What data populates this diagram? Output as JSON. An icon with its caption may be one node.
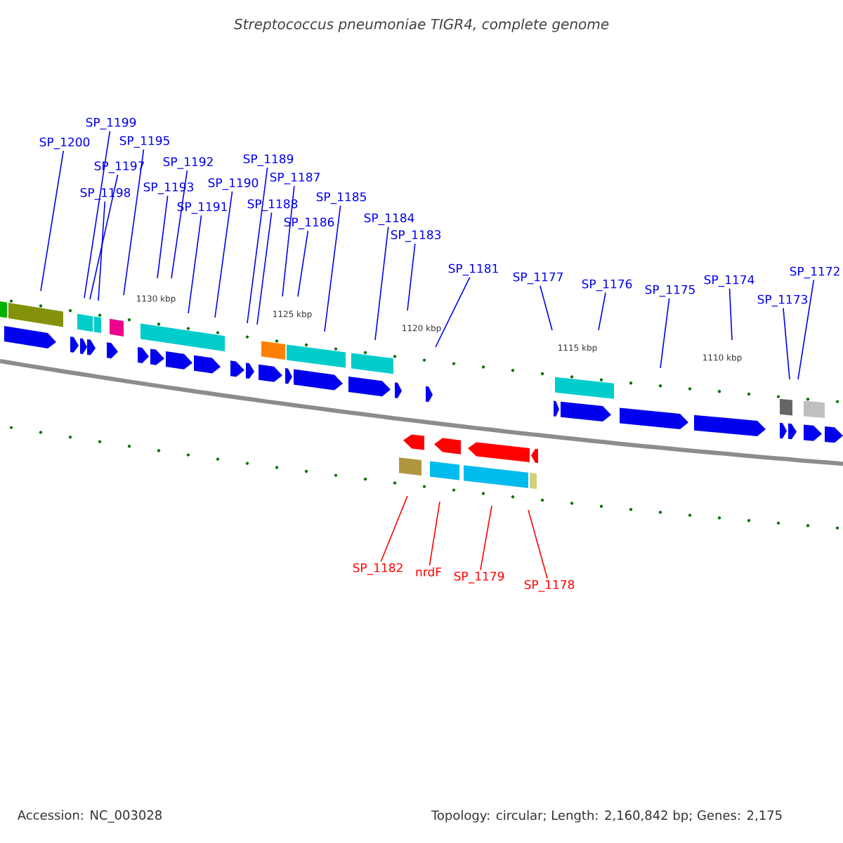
{
  "diagram": {
    "title": "Streptococcus pneumoniae TIGR4, complete genome",
    "nodes": [
      {
        "text": [
          "SP_1200"
        ]
      },
      {
        "text": [
          "SP_1199"
        ]
      },
      {
        "text": [
          "SP_1195"
        ]
      },
      {
        "text": [
          "SP_1197"
        ]
      },
      {
        "text": [
          "SP_1198"
        ]
      },
      {
        "text": [
          "SP_1193"
        ]
      },
      {
        "text": [
          "SP_1192"
        ]
      },
      {
        "text": [
          "SP_1191"
        ]
      },
      {
        "text": [
          "SP_1190"
        ]
      },
      {
        "text": [
          "SP_1189"
        ]
      },
      {
        "text": [
          "SP_1188"
        ]
      },
      {
        "text": [
          "SP_1187"
        ]
      },
      {
        "text": [
          "SP_1186"
        ]
      },
      {
        "text": [
          "SP_1185"
        ]
      },
      {
        "text": [
          "SP_1184"
        ]
      },
      {
        "text": [
          "SP_1183"
        ]
      },
      {
        "text": [
          "SP_1181"
        ]
      },
      {
        "text": [
          "SP_1177"
        ]
      },
      {
        "text": [
          "SP_1176"
        ]
      },
      {
        "text": [
          "SP_1175"
        ]
      },
      {
        "text": [
          "SP_1174"
        ]
      },
      {
        "text": [
          "SP_1172"
        ]
      },
      {
        "text": [
          "SP_1173"
        ]
      },
      {
        "text": [
          "SP_1182"
        ]
      },
      {
        "text": [
          "nrdF"
        ]
      },
      {
        "text": [
          "SP_1179"
        ]
      },
      {
        "text": [
          "SP_1178"
        ]
      }
    ],
    "edges": [
      {
        "from": 0,
        "to": null,
        "arrow": "none"
      },
      {
        "from": 1,
        "to": null,
        "arrow": "none"
      },
      {
        "from": 2,
        "to": null,
        "arrow": "none"
      },
      {
        "from": 3,
        "to": null,
        "arrow": "none"
      },
      {
        "from": 4,
        "to": null,
        "arrow": "none"
      },
      {
        "from": 5,
        "to": null,
        "arrow": "none"
      },
      {
        "from": 6,
        "to": null,
        "arrow": "none"
      },
      {
        "from": 7,
        "to": null,
        "arrow": "none"
      },
      {
        "from": 8,
        "to": null,
        "arrow": "none"
      },
      {
        "from": 9,
        "to": null,
        "arrow": "none"
      },
      {
        "from": 10,
        "to": null,
        "arrow": "none"
      },
      {
        "from": 11,
        "to": null,
        "arrow": "none"
      },
      {
        "from": 12,
        "to": null,
        "arrow": "none"
      },
      {
        "from": 13,
        "to": null,
        "arrow": "none"
      },
      {
        "from": 14,
        "to": null,
        "arrow": "none"
      },
      {
        "from": 15,
        "to": null,
        "arrow": "none"
      },
      {
        "from": 16,
        "to": null,
        "arrow": "none"
      },
      {
        "from": 17,
        "to": null,
        "arrow": "none"
      },
      {
        "from": 18,
        "to": null,
        "arrow": "none"
      },
      {
        "from": 19,
        "to": null,
        "arrow": "none"
      },
      {
        "from": 20,
        "to": null,
        "arrow": "none"
      },
      {
        "from": 21,
        "to": null,
        "arrow": "none"
      },
      {
        "from": 22,
        "to": null,
        "arrow": "none"
      },
      {
        "from": 23,
        "to": null,
        "arrow": "none",
        "color": "#ff0000"
      },
      {
        "from": 24,
        "to": null,
        "arrow": "none",
        "color": "#ff0000"
      },
      {
        "from": 25,
        "to": null,
        "arrow": "none",
        "color": "#ff0000"
      },
      {
        "from": 26,
        "to": null,
        "arrow": "none",
        "color": "#ff0000"
      }
    ],
    "labels": [
      "1130 kbp",
      "1125 kbp",
      "1120 kbp",
      "1115 kbp",
      "1110 kbp",
      "Accession: NC_003028",
      "Topology: circular; Length: 2,160,842 bp; Genes: 2,175"
    ]
  }
}
